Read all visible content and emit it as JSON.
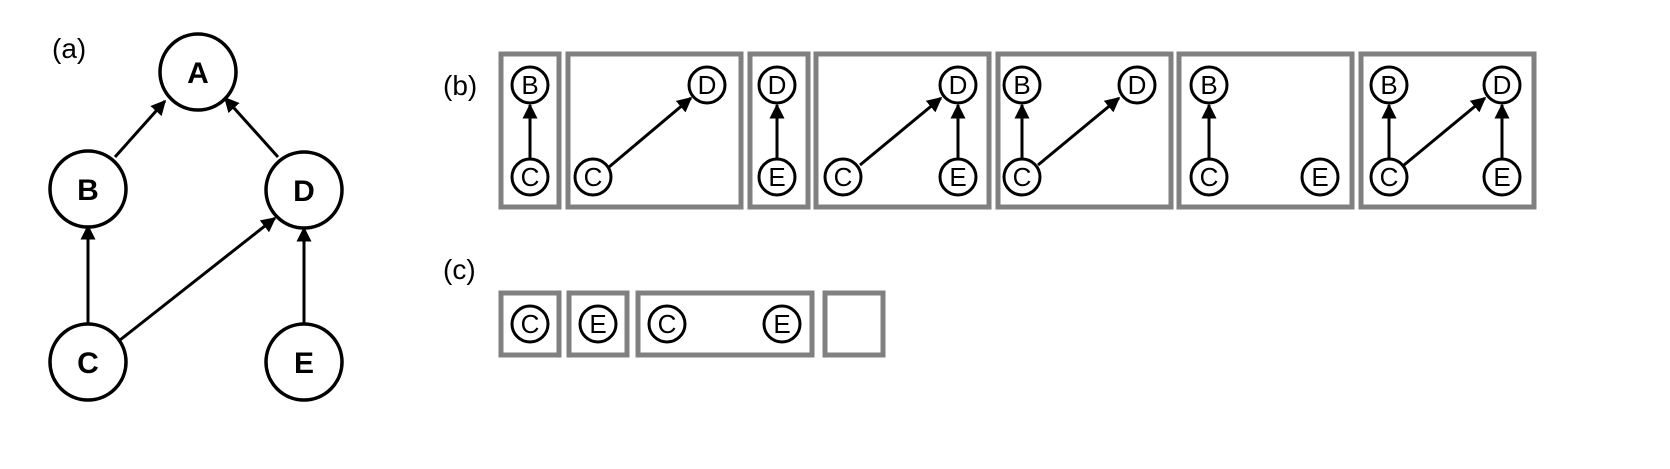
{
  "labels": {
    "a": "(a)",
    "b": "(b)",
    "c": "(c)"
  },
  "nodes": {
    "A": "A",
    "B": "B",
    "C": "C",
    "D": "D",
    "E": "E"
  },
  "colors": {
    "box": "#808080",
    "stroke": "#000000",
    "fill": "#ffffff"
  },
  "graph_a": {
    "edges": [
      [
        "B",
        "A"
      ],
      [
        "D",
        "A"
      ],
      [
        "C",
        "B"
      ],
      [
        "C",
        "D"
      ],
      [
        "E",
        "D"
      ]
    ]
  },
  "panel_b": [
    {
      "nodes": [
        "B",
        "C"
      ],
      "edges": [
        [
          "C",
          "B"
        ]
      ]
    },
    {
      "nodes": [
        "C",
        "D"
      ],
      "edges": [
        [
          "C",
          "D"
        ]
      ]
    },
    {
      "nodes": [
        "D",
        "E"
      ],
      "edges": [
        [
          "E",
          "D"
        ]
      ]
    },
    {
      "nodes": [
        "C",
        "D",
        "E"
      ],
      "edges": [
        [
          "C",
          "D"
        ],
        [
          "E",
          "D"
        ]
      ]
    },
    {
      "nodes": [
        "B",
        "C",
        "D"
      ],
      "edges": [
        [
          "C",
          "B"
        ],
        [
          "C",
          "D"
        ]
      ]
    },
    {
      "nodes": [
        "B",
        "C",
        "E"
      ],
      "edges": [
        [
          "C",
          "B"
        ]
      ]
    },
    {
      "nodes": [
        "B",
        "C",
        "D",
        "E"
      ],
      "edges": [
        [
          "C",
          "B"
        ],
        [
          "C",
          "D"
        ],
        [
          "E",
          "D"
        ]
      ]
    }
  ],
  "panel_c": [
    {
      "nodes": [
        "C"
      ]
    },
    {
      "nodes": [
        "E"
      ]
    },
    {
      "nodes": [
        "C",
        "E"
      ]
    },
    {
      "nodes": []
    }
  ]
}
